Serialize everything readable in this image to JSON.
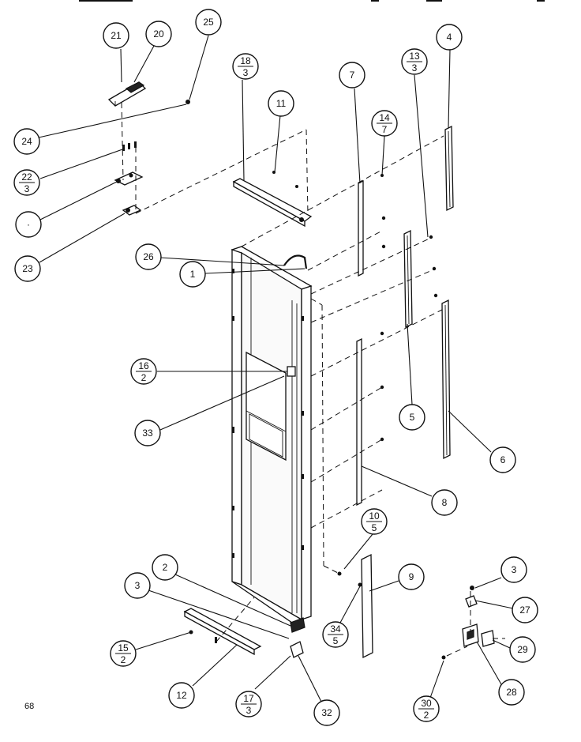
{
  "page_number": "68",
  "callouts": [
    {
      "id": "c21",
      "label": "21"
    },
    {
      "id": "c20",
      "label": "20"
    },
    {
      "id": "c25",
      "label": "25"
    },
    {
      "id": "c24",
      "label": "24"
    },
    {
      "id": "c22",
      "num": "22",
      "den": "3"
    },
    {
      "id": "cblank",
      "label": "·"
    },
    {
      "id": "c23",
      "label": "23"
    },
    {
      "id": "c18",
      "num": "18",
      "den": "3"
    },
    {
      "id": "c11",
      "label": "11"
    },
    {
      "id": "c7",
      "label": "7"
    },
    {
      "id": "c13",
      "num": "13",
      "den": "3"
    },
    {
      "id": "c4",
      "label": "4"
    },
    {
      "id": "c14",
      "num": "14",
      "den": "7"
    },
    {
      "id": "c26",
      "label": "26"
    },
    {
      "id": "c1",
      "label": "1"
    },
    {
      "id": "c16",
      "num": "16",
      "den": "2"
    },
    {
      "id": "c33",
      "label": "33"
    },
    {
      "id": "c5",
      "label": "5"
    },
    {
      "id": "c6",
      "label": "6"
    },
    {
      "id": "c8",
      "label": "8"
    },
    {
      "id": "c10",
      "num": "10",
      "den": "5"
    },
    {
      "id": "c9",
      "label": "9"
    },
    {
      "id": "c2",
      "label": "2"
    },
    {
      "id": "c3a",
      "label": "3"
    },
    {
      "id": "c34",
      "num": "34",
      "den": "5"
    },
    {
      "id": "c15",
      "num": "15",
      "den": "2"
    },
    {
      "id": "c12",
      "label": "12"
    },
    {
      "id": "c17",
      "num": "17",
      "den": "3"
    },
    {
      "id": "c32",
      "label": "32"
    },
    {
      "id": "c3b",
      "label": "3"
    },
    {
      "id": "c27",
      "label": "27"
    },
    {
      "id": "c29",
      "label": "29"
    },
    {
      "id": "c28",
      "label": "28"
    },
    {
      "id": "c30",
      "num": "30",
      "den": "2"
    }
  ]
}
